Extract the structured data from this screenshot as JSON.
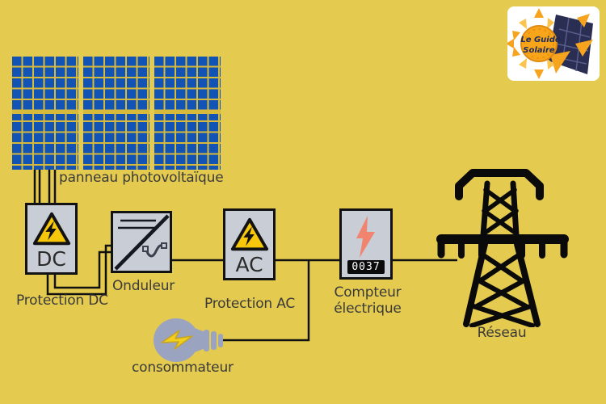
{
  "labels": {
    "panel": "panneau photovoltaïque",
    "protection_dc": "Protection DC",
    "inverter": "Onduleur",
    "protection_ac": "Protection AC",
    "meter": "Compteur\nélectrique",
    "consumer": "consommateur",
    "grid": "Réseau"
  },
  "boxes": {
    "dc_label": "DC",
    "ac_label": "AC"
  },
  "meter": {
    "reading": "0037"
  },
  "logo": {
    "line1": "Le Guide",
    "line2": "Solaire"
  },
  "colors": {
    "background": "#e4ca4f",
    "panel_blue": "#1253b6",
    "grid_line_gold": "#d7b93b",
    "box_gray": "#c9cdd6",
    "warning_yellow": "#f6c70a",
    "meter_bolt_salmon": "#f0846e",
    "bulb_body": "#9aa3c0",
    "bulb_bolt_yellow": "#f2cf1d",
    "wire_black": "#111111",
    "text_gray": "#3a3a3a",
    "logo_navy": "#2a2e52",
    "logo_orange": "#f6a41d"
  }
}
